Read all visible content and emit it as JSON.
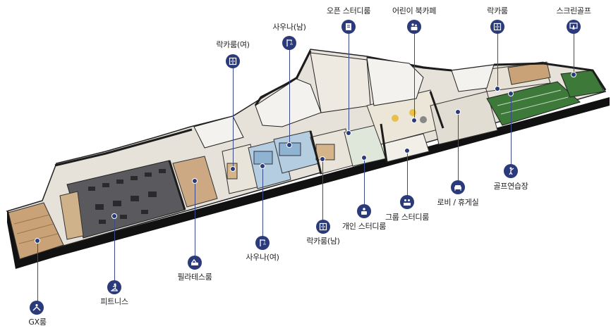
{
  "colors": {
    "pin": "#2a3a7a",
    "wall": "#1c1c1c",
    "floor": "#e8e4dc",
    "green": "#3d7a3a",
    "glass": "#a7c4da",
    "wood": "#c9a377"
  },
  "markers": [
    {
      "id": "gx-room",
      "label": "GX룸",
      "icon": "yoga-icon",
      "pos": "below"
    },
    {
      "id": "fitness",
      "label": "피트니스",
      "icon": "treadmill-icon",
      "pos": "below"
    },
    {
      "id": "pilates",
      "label": "필라테스룸",
      "icon": "pilates-icon",
      "pos": "below"
    },
    {
      "id": "locker-f",
      "label": "락카룸(여)",
      "icon": "locker-icon",
      "pos": "above"
    },
    {
      "id": "sauna-f",
      "label": "사우나(여)",
      "icon": "shower-icon",
      "pos": "below"
    },
    {
      "id": "sauna-m",
      "label": "사우나(남)",
      "icon": "shower-icon",
      "pos": "above"
    },
    {
      "id": "locker-m",
      "label": "락카룸(남)",
      "icon": "locker-icon",
      "pos": "below"
    },
    {
      "id": "personal-study",
      "label": "개인 스터디룸",
      "icon": "study-icon",
      "pos": "below"
    },
    {
      "id": "open-study",
      "label": "오픈 스터디룸",
      "icon": "book-icon",
      "pos": "above"
    },
    {
      "id": "kids-cafe",
      "label": "어린이 북카페",
      "icon": "kids-icon",
      "pos": "above"
    },
    {
      "id": "group-study",
      "label": "그룹 스터디룸",
      "icon": "group-icon",
      "pos": "below"
    },
    {
      "id": "lobby",
      "label": "로비 / 휴게실",
      "icon": "sofa-icon",
      "pos": "below"
    },
    {
      "id": "locker-top",
      "label": "락카룸",
      "icon": "locker-icon",
      "pos": "above"
    },
    {
      "id": "screen-golf",
      "label": "스크린골프",
      "icon": "screen-golf-icon",
      "pos": "above"
    },
    {
      "id": "golf-practice",
      "label": "골프연습장",
      "icon": "golf-icon",
      "pos": "below"
    }
  ]
}
